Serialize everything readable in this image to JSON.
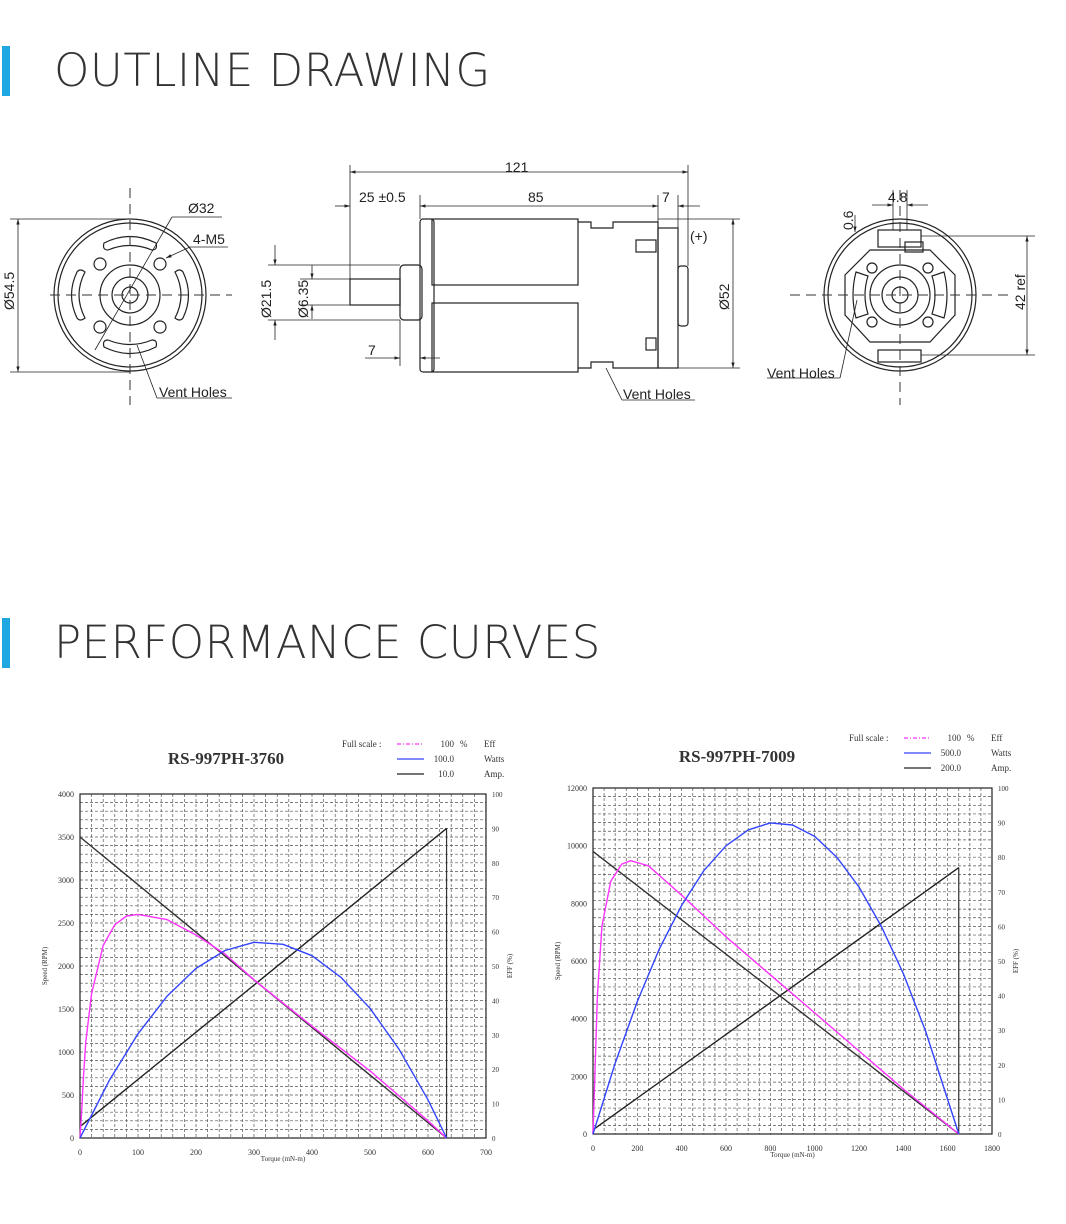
{
  "sections": {
    "outline_title": "OUTLINE DRAWING",
    "performance_title": "PERFORMANCE CURVES"
  },
  "drawing": {
    "front_view": {
      "dia_outer": "Ø54.5",
      "dia_bolt": "Ø32",
      "thread": "4-M5",
      "vent": "Vent Holes"
    },
    "side_view": {
      "overall": "121",
      "shaft_len": "25 ±0.5",
      "body": "85",
      "cap": "7",
      "boss": "7",
      "dia_boss": "Ø21.5",
      "dia_shaft": "Ø6.35",
      "dia_body": "Ø52",
      "polarity": "(+)",
      "vent": "Vent Holes"
    },
    "rear_view": {
      "terminal_w": "4.8",
      "gap": "0.6",
      "term_spacing": "42 ref",
      "vent": "Vent Holes"
    }
  },
  "chart_data": [
    {
      "type": "line",
      "title": "RS-997PH-3760",
      "xlabel": "Torque (mN-m)",
      "ylabel": "Speed (RPM)",
      "y2label": "EFF (%)",
      "xlim": [
        0,
        700
      ],
      "ylim": [
        0,
        4000
      ],
      "y2lim": [
        0,
        100
      ],
      "xticks": [
        0,
        100,
        200,
        300,
        400,
        500,
        600,
        700
      ],
      "yticks": [
        0,
        500,
        1000,
        1500,
        2000,
        2500,
        3000,
        3500,
        4000
      ],
      "y2ticks": [
        0,
        10,
        20,
        30,
        40,
        50,
        60,
        70,
        80,
        90,
        100
      ],
      "grid": true,
      "legend": {
        "position": "top-right",
        "header": "Full scale :",
        "entries": [
          {
            "name": "Eff",
            "value": "100",
            "unit": "%",
            "color": "#ff33ff"
          },
          {
            "name": "Watts",
            "value": "100.0",
            "unit": "",
            "color": "#3344ff"
          },
          {
            "name": "Amp.",
            "value": "10.0",
            "unit": "",
            "color": "#222222"
          }
        ]
      },
      "series": [
        {
          "name": "Speed",
          "axis": "left",
          "color": "#333333",
          "x": [
            0,
            632
          ],
          "y": [
            3500,
            0
          ]
        },
        {
          "name": "Amp.",
          "axis": "right",
          "color": "#222222",
          "x": [
            0,
            632
          ],
          "y": [
            3.3,
            90
          ]
        },
        {
          "name": "Eff",
          "axis": "right",
          "color": "#ff33ff",
          "x": [
            0,
            3,
            6,
            10,
            20,
            40,
            60,
            80,
            100,
            150,
            200,
            250,
            300,
            400,
            500,
            600,
            632
          ],
          "y": [
            0,
            8,
            18,
            28,
            42,
            56,
            62,
            64.5,
            65,
            63.5,
            59,
            53.5,
            46,
            32.5,
            19.5,
            5,
            0
          ]
        },
        {
          "name": "Watts",
          "axis": "right",
          "color": "#3344ff",
          "x": [
            0,
            50,
            100,
            150,
            200,
            250,
            300,
            350,
            400,
            450,
            500,
            550,
            600,
            632
          ],
          "y": [
            0,
            16.6,
            30.3,
            41.2,
            49.3,
            54.5,
            56.9,
            56.3,
            53.0,
            46.7,
            37.7,
            25.8,
            11.1,
            0
          ]
        }
      ],
      "stall_torque": 632
    },
    {
      "type": "line",
      "title": "RS-997PH-7009",
      "xlabel": "Torque (mN-m)",
      "ylabel": "Speed (RPM)",
      "y2label": "EFF (%)",
      "xlim": [
        0,
        1800
      ],
      "ylim": [
        0,
        12000
      ],
      "y2lim": [
        0,
        100
      ],
      "xticks": [
        0,
        200,
        400,
        600,
        800,
        1000,
        1200,
        1400,
        1600,
        1800
      ],
      "yticks": [
        0,
        2000,
        4000,
        6000,
        8000,
        10000,
        12000
      ],
      "y2ticks": [
        0,
        10,
        20,
        30,
        40,
        50,
        60,
        70,
        80,
        90,
        100
      ],
      "grid": true,
      "legend": {
        "position": "top-right",
        "header": "Full scale :",
        "entries": [
          {
            "name": "Eff",
            "value": "100",
            "unit": "%",
            "color": "#ff33ff"
          },
          {
            "name": "Watts",
            "value": "500.0",
            "unit": "",
            "color": "#3344ff"
          },
          {
            "name": "Amp.",
            "value": "200.0",
            "unit": "",
            "color": "#222222"
          }
        ]
      },
      "series": [
        {
          "name": "Speed",
          "axis": "left",
          "color": "#333333",
          "x": [
            0,
            1650
          ],
          "y": [
            9800,
            0
          ]
        },
        {
          "name": "Amp.",
          "axis": "right",
          "color": "#222222",
          "x": [
            0,
            1650
          ],
          "y": [
            1.2,
            77
          ]
        },
        {
          "name": "Eff",
          "axis": "right",
          "color": "#ff33ff",
          "x": [
            0,
            5,
            10,
            20,
            40,
            80,
            130,
            170,
            250,
            400,
            600,
            800,
            1000,
            1200,
            1400,
            1650
          ],
          "y": [
            0,
            10,
            20,
            40,
            60,
            73,
            78,
            79,
            77.5,
            69,
            57,
            46,
            35,
            24,
            13,
            0
          ]
        },
        {
          "name": "Watts",
          "axis": "right",
          "color": "#3344ff",
          "x": [
            0,
            100,
            200,
            300,
            400,
            500,
            600,
            700,
            800,
            900,
            1000,
            1100,
            1200,
            1300,
            1400,
            1500,
            1650
          ],
          "y": [
            0,
            20.5,
            38.3,
            53.6,
            66.1,
            76.1,
            83.3,
            87.9,
            89.9,
            89.3,
            86.0,
            80.0,
            71.4,
            60.1,
            46.4,
            29.8,
            0
          ]
        }
      ],
      "stall_torque": 1650
    }
  ]
}
